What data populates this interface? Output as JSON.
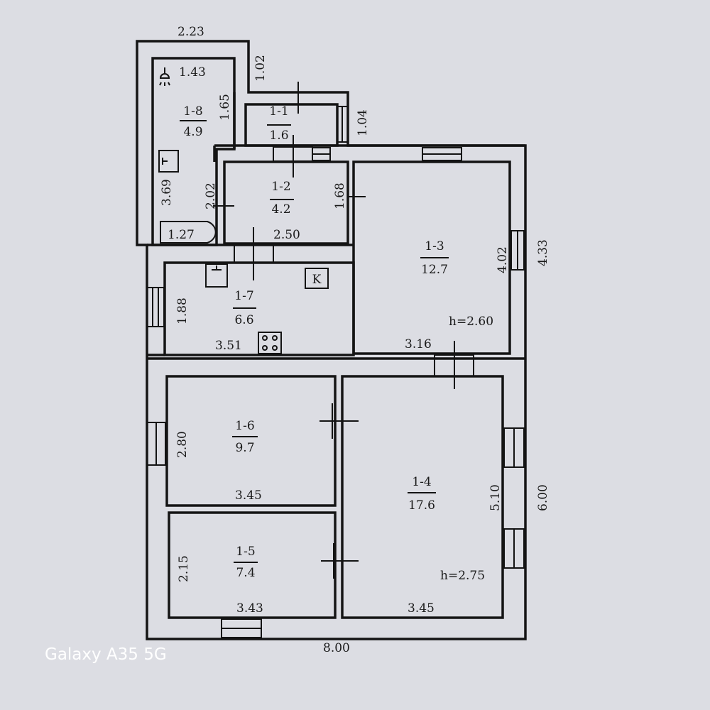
{
  "plan": {
    "rooms": [
      {
        "id": "1-1",
        "area": "1.6"
      },
      {
        "id": "1-2",
        "area": "4.2"
      },
      {
        "id": "1-3",
        "area": "12.7"
      },
      {
        "id": "1-4",
        "area": "17.6"
      },
      {
        "id": "1-5",
        "area": "7.4"
      },
      {
        "id": "1-6",
        "area": "9.7"
      },
      {
        "id": "1-7",
        "area": "6.6"
      },
      {
        "id": "1-8",
        "area": "4.9"
      }
    ],
    "dims": {
      "top_bath": "2.23",
      "bath_ext_right": "1.02",
      "bath_width": "1.43",
      "bath_height": "1.65",
      "bath_side": "3.69",
      "bath_tub": "1.27",
      "ext_right": "1.04",
      "r12_left": "2.02",
      "r12_right": "1.68",
      "r12_bottom": "2.50",
      "r13_right": "4.02",
      "outer_upper_right": "4.33",
      "r13_height": "h=2.60",
      "r13_bottom": "3.16",
      "r17_left": "1.88",
      "r17_bottom": "3.51",
      "r16_left": "2.80",
      "r16_bottom": "3.45",
      "r14_right": "5.10",
      "outer_lower_right": "6.00",
      "r15_left": "2.15",
      "r15_bottom": "3.43",
      "r14_bottom": "3.45",
      "r14_height": "h=2.75",
      "outer_bottom": "8.00"
    },
    "stove_symbol": "K"
  },
  "watermark": "Galaxy A35 5G"
}
